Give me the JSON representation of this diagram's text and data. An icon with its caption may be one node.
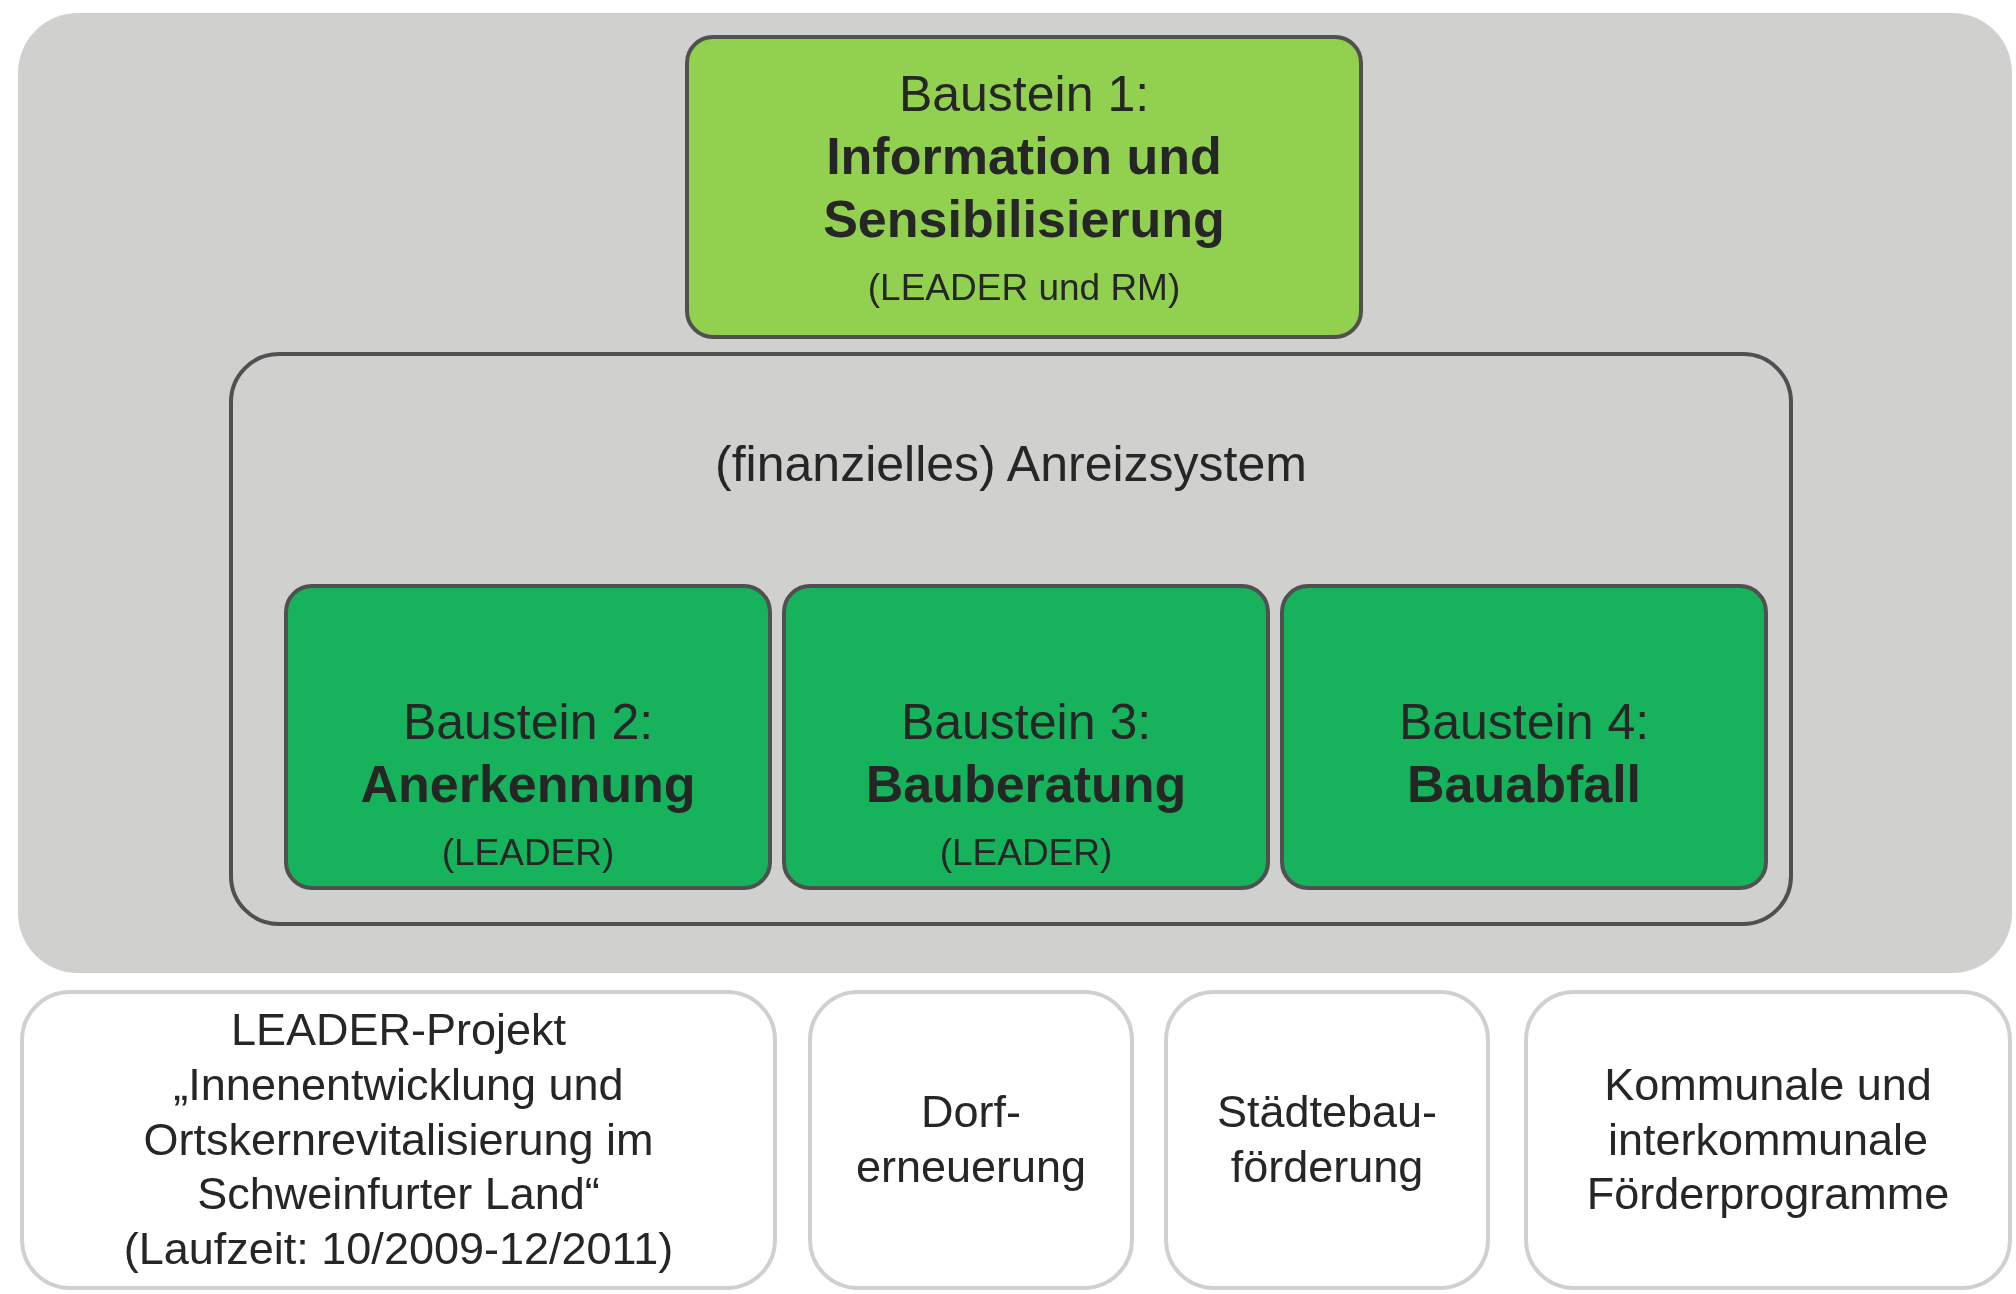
{
  "diagram": {
    "nodes": [
      {
        "text": [],
        "shape": "box"
      },
      {
        "text": [
          "Baustein 1:",
          "Information und Sensibilisierung",
          "(LEADER und RM)"
        ],
        "in": 0
      },
      {
        "text": [
          "(finanzielles) Anreizsystem"
        ],
        "in": 0
      },
      {
        "text": [
          "Baustein 2:",
          "Anerkennung",
          "(LEADER)"
        ],
        "in": 2
      },
      {
        "text": [
          "Baustein 3:",
          "Bauberatung",
          "(LEADER)"
        ],
        "in": 2
      },
      {
        "text": [
          "Baustein 4:",
          "Bauabfall"
        ],
        "in": 2
      },
      {
        "text": [
          "LEADER-Projekt „Innenentwicklung und Ortskernrevitalisierung im Schweinfurter Land“",
          "(Laufzeit: 10/2009-12/2011)"
        ]
      },
      {
        "text": [
          "Dorf- erneuerung"
        ]
      },
      {
        "text": [
          "Städtebau- förderung"
        ]
      },
      {
        "text": [
          "Kommunale und interkommunale Förderprogramme"
        ]
      }
    ],
    "edges": []
  }
}
